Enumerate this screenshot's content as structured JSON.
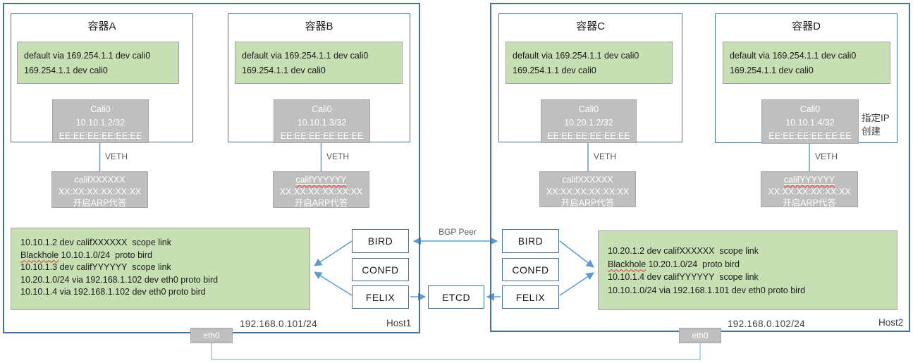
{
  "diagram": {
    "bgp_peer_label": "BGP Peer",
    "etcd_label": "ETCD",
    "colors": {
      "route_box_green": "#c6e0b4",
      "interface_gray": "#bfbfbf",
      "connector_blue": "#5b9bd5",
      "cable_light_blue": "#9dc3e6",
      "box_border_blue": "#41719c"
    },
    "hosts": [
      {
        "label": "Host1",
        "ip": "192.168.0.101/24",
        "nic": "eth0",
        "components": {
          "bird": "BIRD",
          "confd": "CONFD",
          "felix": "FELIX"
        },
        "containers": [
          {
            "title": "容器A",
            "route_lines": [
              "default via 169.254.1.1 dev cali0",
              "169.254.1.1 dev cali0"
            ],
            "cali_if": {
              "name": "Cali0",
              "ip": "10.10.1.2/32",
              "mac": "EE:EE:EE:EE:EE:EE"
            },
            "link_label": "VETH",
            "host_if": {
              "name": "califXXXXXX",
              "mac": "XX:XX:XX:XX:XX:XX",
              "note": "开启ARP代答"
            }
          },
          {
            "title": "容器B",
            "route_lines": [
              "default via 169.254.1.1 dev cali0",
              "169.254.1.1 dev cali0"
            ],
            "cali_if": {
              "name": "Cali0",
              "ip": "10.10.1.3/32",
              "mac": "EE:EE:EE:EE:EE:EE"
            },
            "link_label": "VETH",
            "host_if": {
              "name": "califYYYYYY",
              "mac": "XX:XX:XX:XX:XX:XX",
              "note": "开启ARP代答"
            }
          }
        ],
        "routing_table": [
          {
            "spell": "",
            "text": "10.10.1.2 dev califXXXXXX  scope link"
          },
          {
            "spell": "Blackhole",
            "text": " 10.10.1.0/24  proto bird"
          },
          {
            "spell": "",
            "text": "10.10.1.3 dev califYYYYYY  scope link"
          },
          {
            "spell": "",
            "text": "10.20.1.0/24 via 192.168.1.102 dev eth0 proto bird"
          },
          {
            "spell": "",
            "text": "10.10.1.4 via 192.168.1.102 dev eth0 proto bird"
          }
        ]
      },
      {
        "label": "Host2",
        "ip": "192.168.0.102/24",
        "nic": "eth0",
        "components": {
          "bird": "BIRD",
          "confd": "CONFD",
          "felix": "FELIX"
        },
        "containers": [
          {
            "title": "容器C",
            "route_lines": [
              "default via 169.254.1.1 dev cali0",
              "169.254.1.1 dev cali0"
            ],
            "cali_if": {
              "name": "Cali0",
              "ip": "10.20.1.2/32",
              "mac": "EE:EE:EE:EE:EE:EE"
            },
            "link_label": "VETH",
            "host_if": {
              "name": "califXXXXXX",
              "mac": "XX:XX:XX:XX:XX:XX",
              "note": "开启ARP代答"
            }
          },
          {
            "title": "容器D",
            "route_lines": [
              "default via 169.254.1.1 dev cali0",
              "169.254.1.1 dev cali0"
            ],
            "cali_if": {
              "name": "Cali0",
              "ip": "10.10.1.4/32",
              "mac": "EE:EE:EE:EE:EE:EE"
            },
            "link_label": "VETH",
            "annotation": "指定IP\n创建",
            "host_if": {
              "name": "califYYYYYY",
              "mac": "XX:XX:XX:XX:XX:XX",
              "note": "开启ARP代答"
            }
          }
        ],
        "routing_table": [
          {
            "spell": "",
            "text": "10.20.1.2 dev califXXXXXX  scope link"
          },
          {
            "spell": "Blackhole",
            "text": " 10.20.1.0/24  proto bird"
          },
          {
            "spell": "",
            "text": "10.10.1.4 dev califYYYYYY  scope link"
          },
          {
            "spell": "",
            "text": "10.10.1.0/24 via 192.168.1.101 dev eth0 proto bird"
          }
        ]
      }
    ]
  }
}
